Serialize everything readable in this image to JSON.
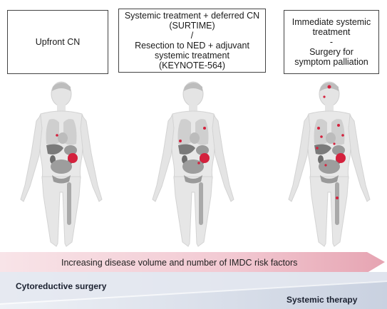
{
  "boxes": {
    "upfront": {
      "text": "Upfront CN"
    },
    "deferred": {
      "line1": "Systemic treatment + deferred CN",
      "line2": "(SURTIME)",
      "line3": "/",
      "line4": "Resection to NED + adjuvant",
      "line5": "systemic treatment",
      "line6": "(KEYNOTE-564)"
    },
    "immediate": {
      "line1": "Immediate systemic",
      "line2": "treatment",
      "line3": "-",
      "line4": "Surgery for",
      "line5": "symptom palliation"
    }
  },
  "bottom": {
    "disease_label": "Increasing disease volume and number of IMDC risk factors",
    "cyto_label": "Cytoreductive surgery",
    "systemic_label": "Systemic therapy"
  },
  "colors": {
    "tumor": "#d4213d",
    "body": "#e6e6e6",
    "cyto_band": "#dde3ee",
    "systemic_band": "#c3cbdc"
  }
}
